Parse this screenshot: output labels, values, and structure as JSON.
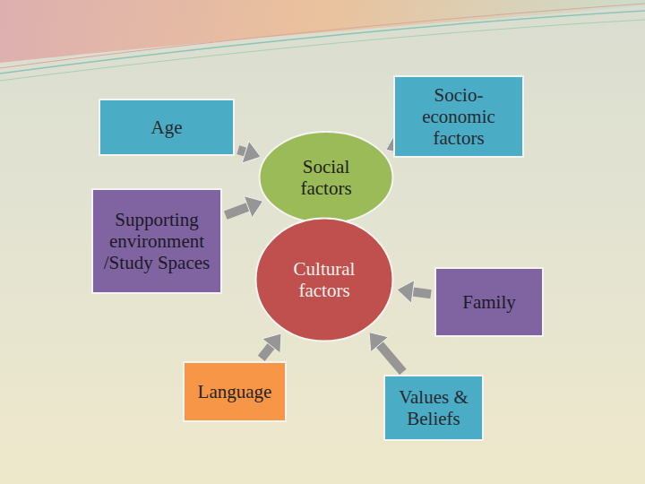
{
  "diagram": {
    "nodes": [
      {
        "text": [
          "Age"
        ]
      },
      {
        "text": [
          "Socio-economic factors"
        ]
      },
      {
        "text": [
          "Social factors"
        ]
      },
      {
        "text": [
          "Supporting environment /Study Spaces"
        ]
      },
      {
        "text": [
          "Cultural factors"
        ]
      },
      {
        "text": [
          "Family"
        ]
      },
      {
        "text": [
          "Language"
        ]
      },
      {
        "text": [
          "Values & Beliefs"
        ]
      }
    ],
    "edges": [
      {
        "from": 0,
        "to": 2,
        "arrow": "to"
      },
      {
        "from": 1,
        "to": 2,
        "arrow": "to"
      },
      {
        "from": 3,
        "to": 2,
        "arrow": "to"
      },
      {
        "from": 5,
        "to": 4,
        "arrow": "to"
      },
      {
        "from": 6,
        "to": 4,
        "arrow": "to"
      },
      {
        "from": 7,
        "to": 4,
        "arrow": "to"
      }
    ]
  }
}
